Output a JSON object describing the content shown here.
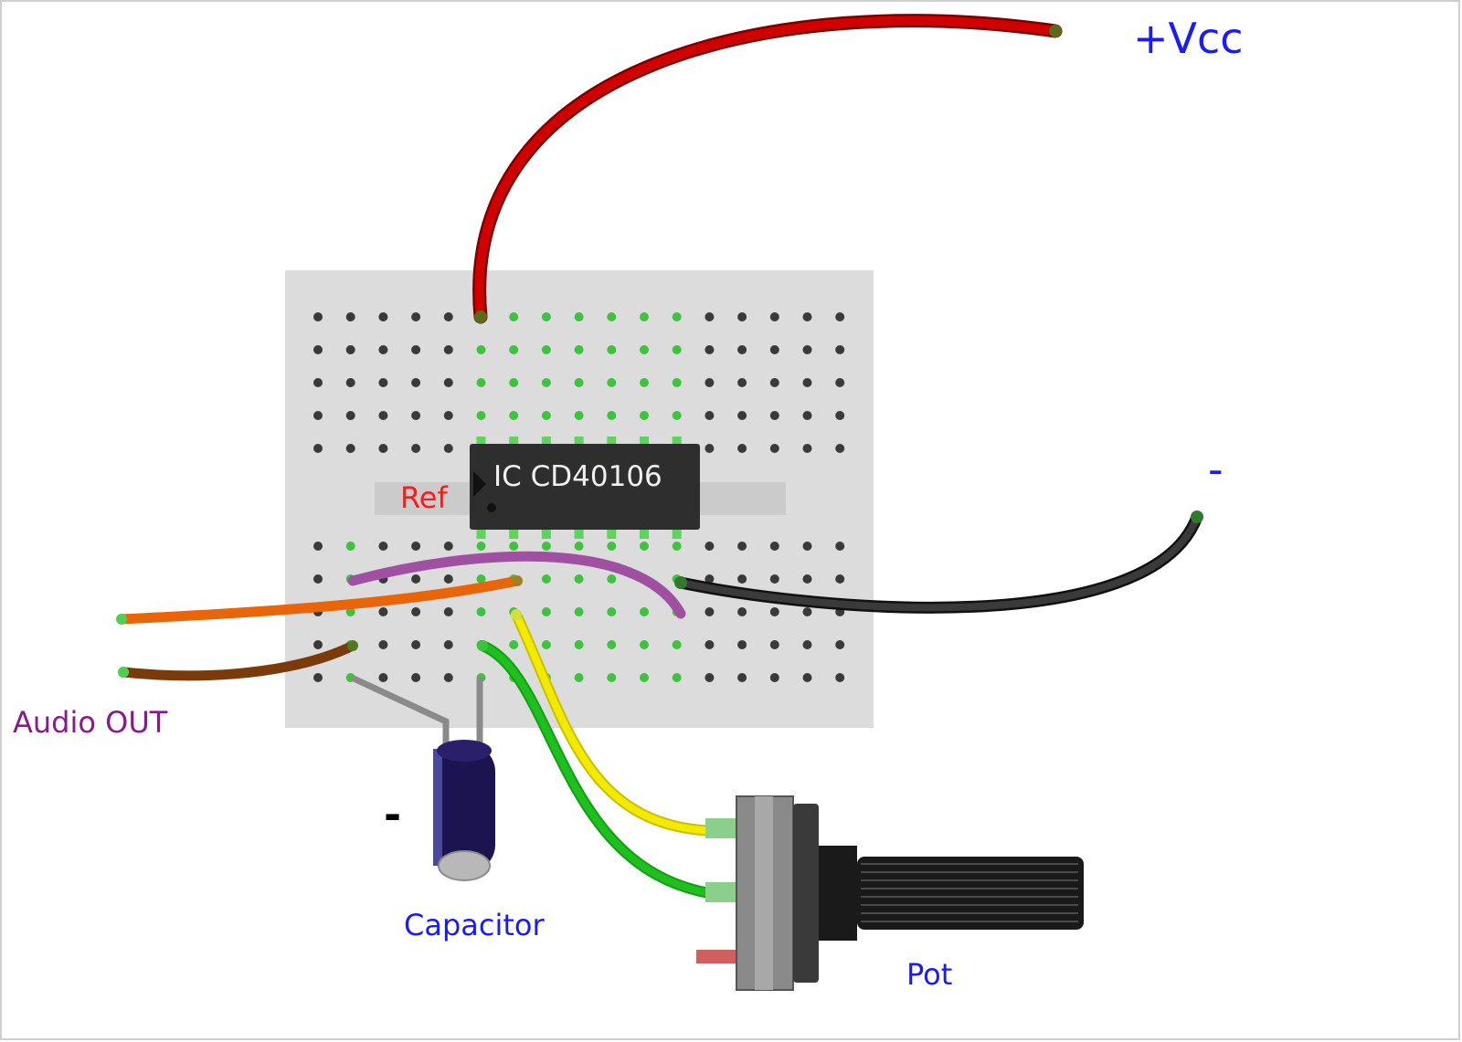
{
  "labels": {
    "vcc": "+Vcc",
    "ground": "-",
    "ref": "Ref",
    "ic": "IC CD40106",
    "audio_out": "Audio OUT",
    "capacitor": "Capacitor",
    "capacitor_polarity": "-",
    "pot": "Pot"
  },
  "colors": {
    "label_blue": "#1a1aff",
    "ref_red": "#ff1a1a",
    "audio_purple": "#8a1a8a",
    "breadboard": "#dcdcdc",
    "hole": "#3a3a3a",
    "hole_active": "#3fc33f",
    "wire_vcc": "#c00000",
    "wire_ground": "#2b2b2b",
    "wire_purple": "#a050a0",
    "wire_orange": "#e8650a",
    "wire_brown": "#7a3a0a",
    "wire_yellow": "#f2ea00",
    "wire_green": "#1fbf1f",
    "ic_body": "#2e2e2e",
    "capacitor_body": "#1c1450"
  },
  "icons": {
    "breadboard": "breadboard-icon",
    "ic_chip": "ic-chip-icon",
    "capacitor": "electrolytic-capacitor-icon",
    "potentiometer": "potentiometer-icon"
  }
}
